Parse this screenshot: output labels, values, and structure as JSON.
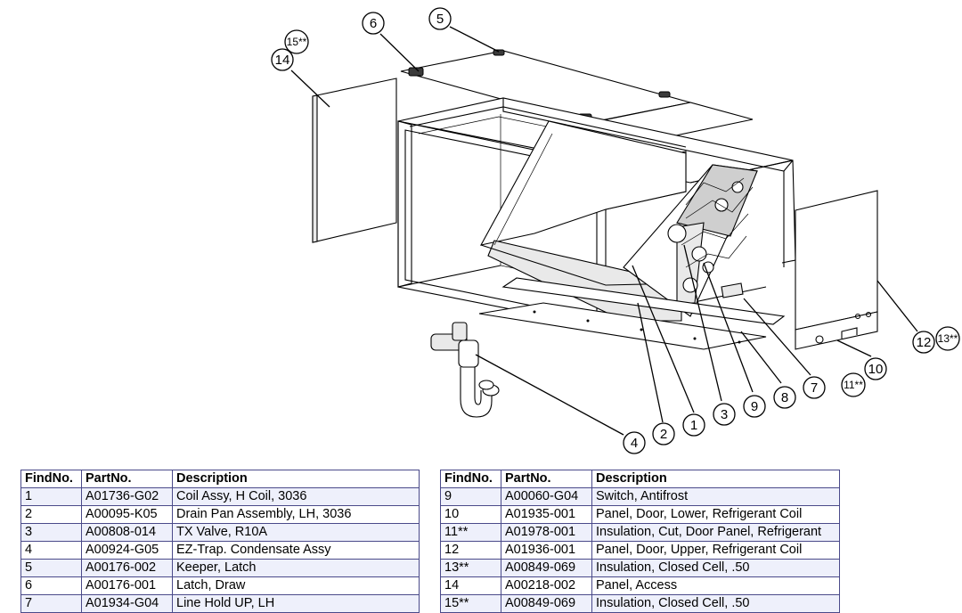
{
  "callouts": {
    "c1": "1",
    "c2": "2",
    "c3": "3",
    "c4": "4",
    "c5": "5",
    "c6": "6",
    "c7": "7",
    "c8": "8",
    "c9": "9",
    "c10": "10",
    "c11": "11**",
    "c12": "12",
    "c13": "13**",
    "c14": "14",
    "c15": "15**"
  },
  "tables": {
    "headers": {
      "find": "FindNo.",
      "part": "PartNo.",
      "desc": "Description"
    },
    "left": [
      {
        "find": "1",
        "part": "A01736-G02",
        "desc": "Coil Assy, H Coil, 3036"
      },
      {
        "find": "2",
        "part": "A00095-K05",
        "desc": "Drain Pan Assembly, LH, 3036"
      },
      {
        "find": "3",
        "part": "A00808-014",
        "desc": "TX Valve, R10A"
      },
      {
        "find": "4",
        "part": "A00924-G05",
        "desc": "EZ-Trap. Condensate Assy"
      },
      {
        "find": "5",
        "part": "A00176-002",
        "desc": "Keeper, Latch"
      },
      {
        "find": "6",
        "part": "A00176-001",
        "desc": "Latch, Draw"
      },
      {
        "find": "7",
        "part": "A01934-G04",
        "desc": "Line Hold UP, LH"
      }
    ],
    "right": [
      {
        "find": "9",
        "part": "A00060-G04",
        "desc": "Switch, Antifrost"
      },
      {
        "find": "10",
        "part": "A01935-001",
        "desc": "Panel, Door, Lower, Refrigerant Coil"
      },
      {
        "find": "11**",
        "part": "A01978-001",
        "desc": "Insulation, Cut, Door Panel, Refrigerant"
      },
      {
        "find": "12",
        "part": "A01936-001",
        "desc": "Panel, Door, Upper, Refrigerant Coil"
      },
      {
        "find": "13**",
        "part": "A00849-069",
        "desc": "Insulation, Closed Cell, .50"
      },
      {
        "find": "14",
        "part": "A00218-002",
        "desc": "Panel, Access"
      },
      {
        "find": "15**",
        "part": "A00849-069",
        "desc": "Insulation, Closed Cell, .50"
      }
    ]
  }
}
